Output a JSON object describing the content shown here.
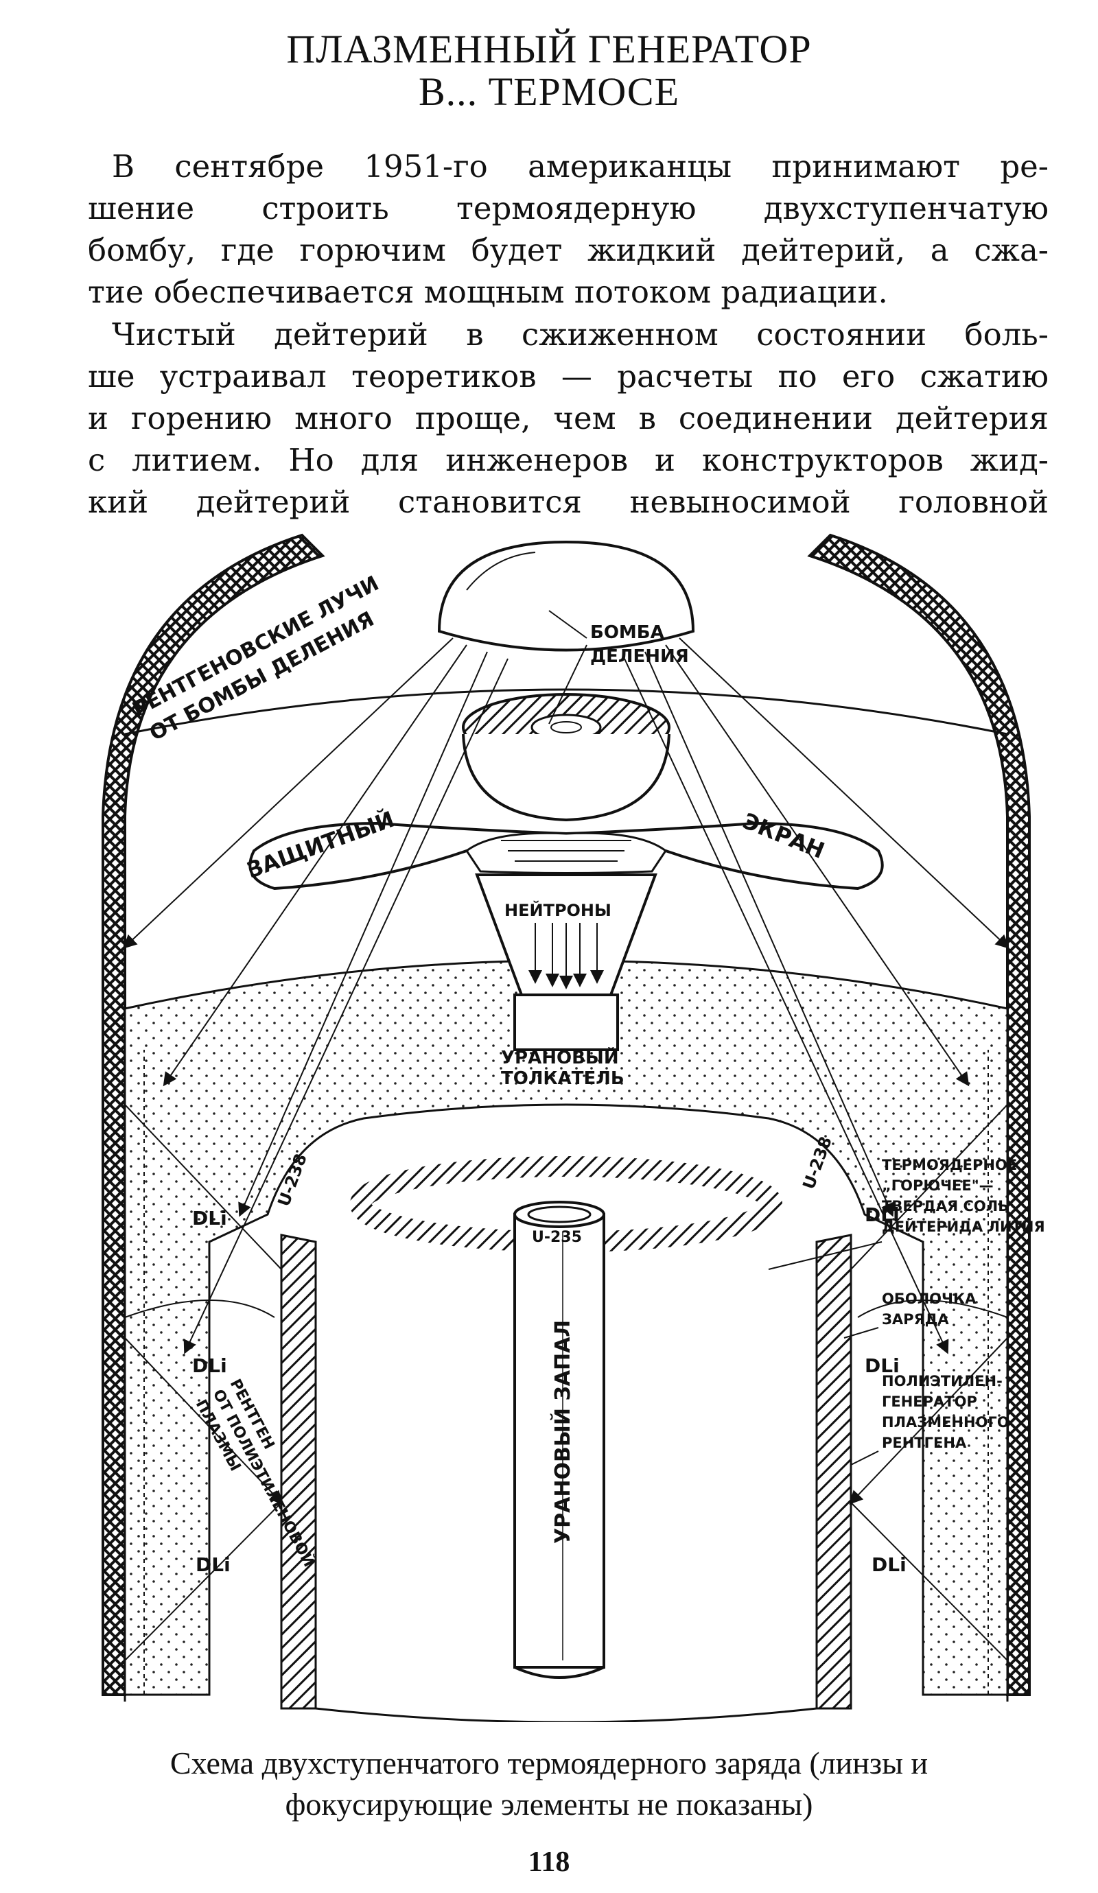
{
  "title": {
    "line1": "ПЛАЗМЕННЫЙ ГЕНЕРАТОР",
    "line2": "В... ТЕРМОСЕ"
  },
  "paragraphs": [
    {
      "lines": [
        "В сентябре 1951-го американцы принимают ре-",
        "шение строить термоядерную двухступенчатую",
        "бомбу, где горючим будет жидкий дейтерий, а сжа-",
        "тие обеспечивается мощным потоком радиации."
      ]
    },
    {
      "lines": [
        "Чистый дейтерий в сжиженном состоянии боль-",
        "ше устраивал теоретиков — расчеты по его сжатию",
        "и горению много проще, чем в соединении дейтерия",
        "с литием. Но для инженеров и конструкторов жид-",
        "кий дейтерий становится невыносимой головной"
      ]
    }
  ],
  "figure": {
    "labels": {
      "xray_from_fission": [
        "РЕНТГЕНОВСКИЕ ЛУЧИ",
        "ОТ БОМБЫ ДЕЛЕНИЯ"
      ],
      "fission_bomb": [
        "БОМБА",
        "ДЕЛЕНИЯ"
      ],
      "shield_left": "ЗАЩИТНЫЙ",
      "shield_right": "ЭКРАН",
      "neutrons": "НЕЙТРОНЫ",
      "u238_left": "U-238",
      "u238_right": "U-238",
      "uranium_pusher": [
        "УРАНОВЫЙ",
        "ТОЛКАТЕЛЬ"
      ],
      "u235": "U-235",
      "uranium_fuse": "УРАНОВЫЙ ЗАПАЛ",
      "dli": "DLi",
      "xray_from_plasma": [
        "РЕНТГЕН",
        "ОТ ПОЛИЭТИЛЕНОВОЙ",
        "ПЛАЗМЫ"
      ],
      "thermo_fuel": [
        "ТЕРМОЯДЕРНОЕ",
        "„ГОРЮЧЕЕ\"—",
        "ТВЕРДАЯ СОЛЬ",
        "ДЕЙТЕРИДА ЛИТИЯ"
      ],
      "charge_shell": [
        "ОБОЛОЧКА",
        "ЗАРЯДА"
      ],
      "polyethylene": [
        "ПОЛИЭТИЛЕН-",
        "ГЕНЕРАТОР",
        "ПЛАЗМЕННОГО",
        "РЕНТГЕНА"
      ]
    }
  },
  "caption": {
    "line1": "Схема двухступенчатого термоядерного заряда (линзы и",
    "line2": "фокусирующие элементы не показаны)"
  },
  "page_number": "118"
}
